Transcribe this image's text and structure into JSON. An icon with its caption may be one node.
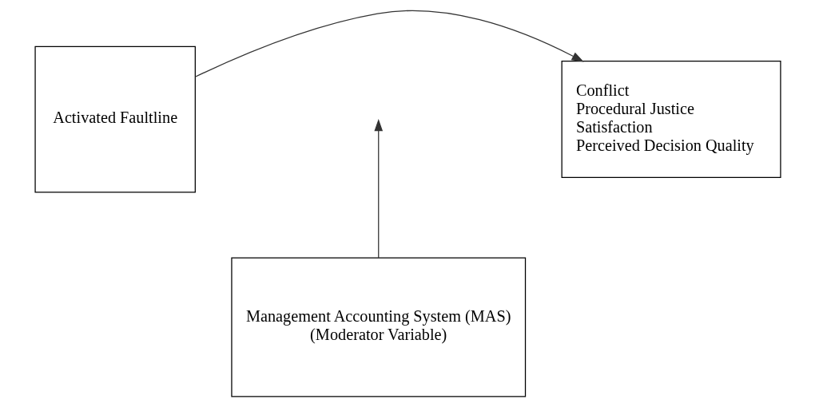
{
  "diagram": {
    "nodes": [
      {
        "text": [
          "Activated Faultline"
        ]
      },
      {
        "text": [
          "Conflict",
          "Procedural Justice",
          "Satisfaction",
          "Perceived Decision Quality"
        ]
      },
      {
        "text": [
          "Management Accounting System (MAS)",
          "(Moderator Variable)"
        ]
      }
    ],
    "edges": [
      {
        "from": 0,
        "to": 1,
        "arrow": "to"
      },
      {
        "from": 2,
        "to": null,
        "arrow": "to"
      }
    ]
  }
}
